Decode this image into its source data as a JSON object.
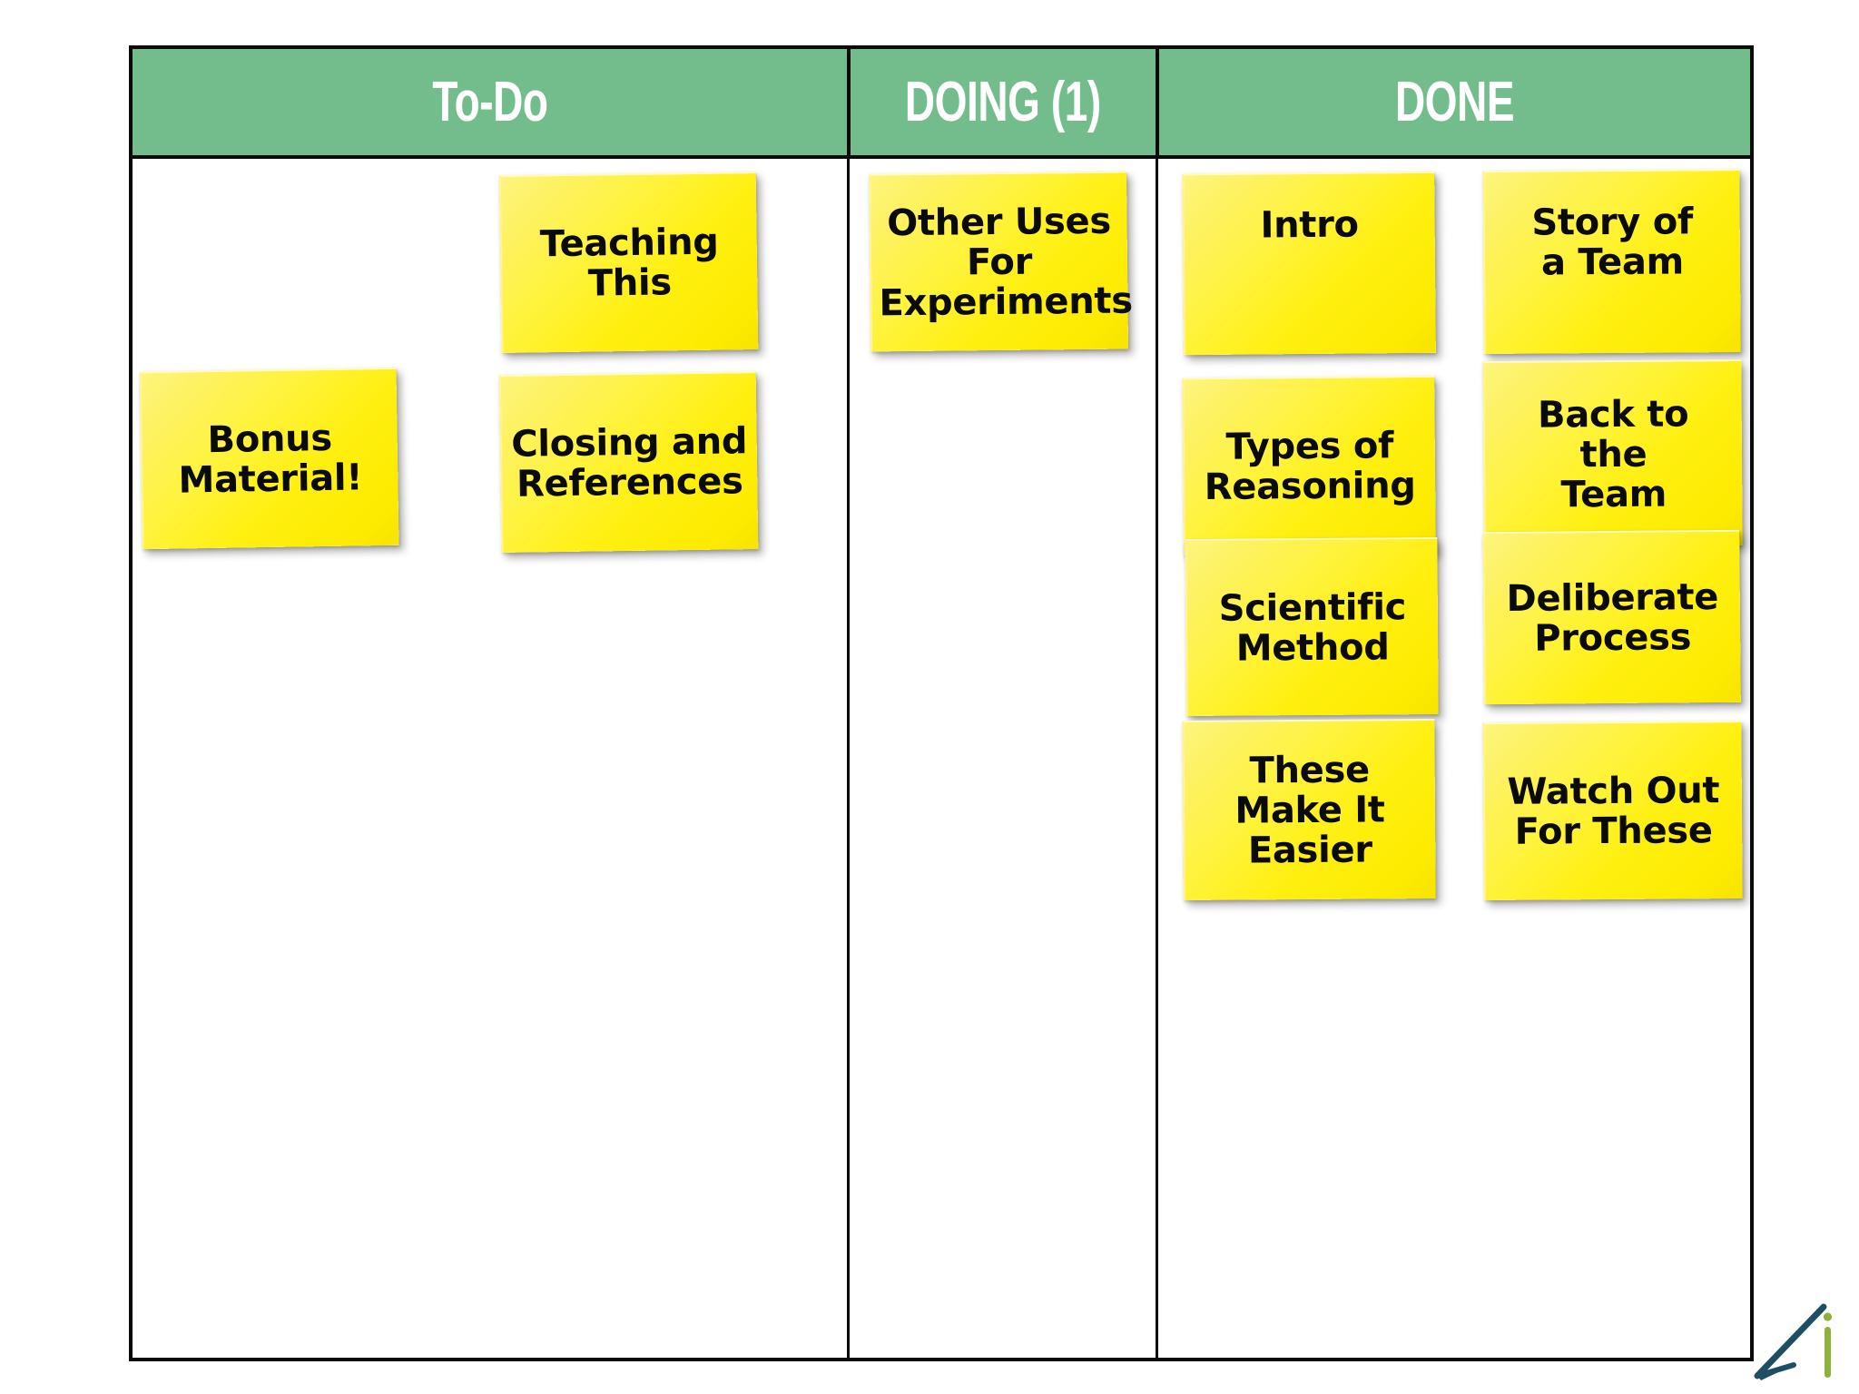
{
  "board": {
    "title": "Kanban Board",
    "frame_color": "#0a0a0a",
    "header_color": "#72bd8b",
    "header_text_color": "#ffffff",
    "note_color": "#fdf000",
    "note_text_color": "#0a0a06",
    "background_color": "#ffffff"
  },
  "columns": [
    {
      "id": "todo",
      "header": "To-Do",
      "wip_count": null,
      "cards": [
        {
          "text": "Teaching\nThis"
        },
        {
          "text": "Bonus\nMaterial!"
        },
        {
          "text": "Closing and\nReferences"
        }
      ]
    },
    {
      "id": "doing",
      "header": "DOING (1)",
      "wip_count": 1,
      "cards": [
        {
          "text": "Other Uses\nFor\nExperiments"
        }
      ]
    },
    {
      "id": "done",
      "header": "DONE",
      "wip_count": null,
      "cards": [
        {
          "text": "Intro"
        },
        {
          "text": "Story of\na Team"
        },
        {
          "text": "Types of\nReasoning"
        },
        {
          "text": "Back to\nthe\nTeam"
        },
        {
          "text": "Scientific\nMethod"
        },
        {
          "text": "Deliberate\nProcess"
        },
        {
          "text": "These\nMake It\nEasier"
        },
        {
          "text": "Watch Out\nFor These"
        }
      ]
    }
  ],
  "logo": {
    "name": "checkmark-i-logo",
    "arrow_color": "#1d4e63",
    "accent_color": "#8cb23c"
  }
}
